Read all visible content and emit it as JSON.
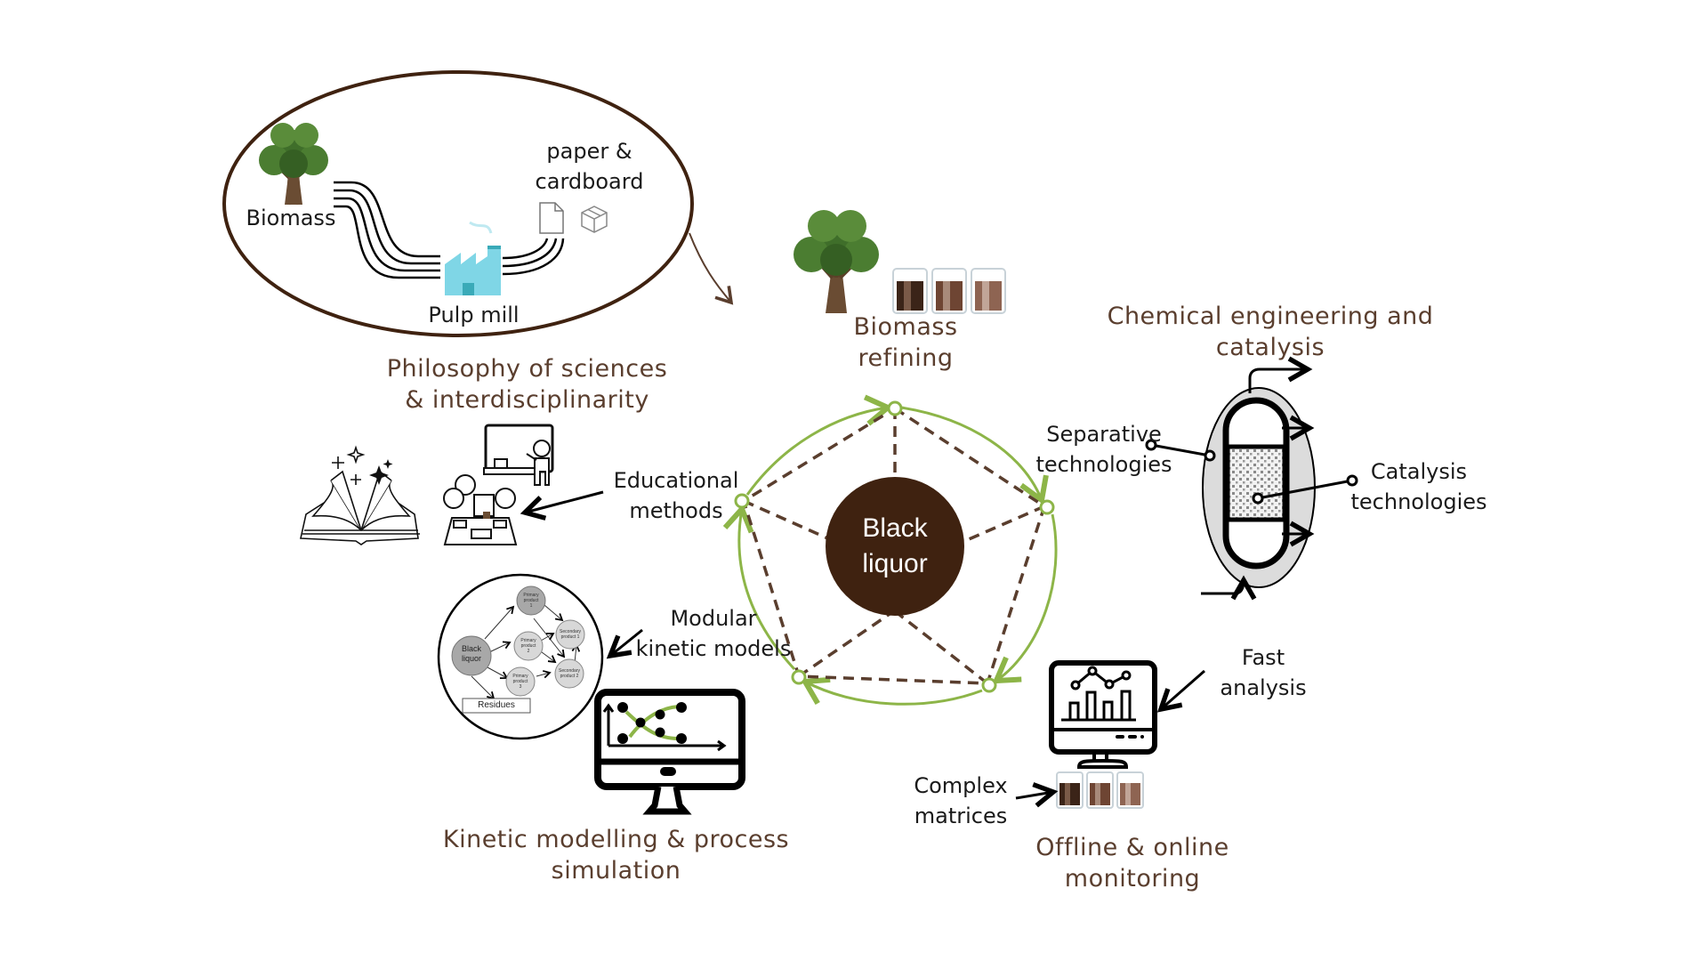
{
  "diagram": {
    "center": {
      "label_line1": "Black",
      "label_line2": "liquor",
      "color": "#3f2210"
    },
    "colors": {
      "title": "#5a3e2e",
      "cycle": "#8db548",
      "dashed": "#5a3e2e",
      "ellipse": "#3f2210",
      "factory": "#7fd6e6",
      "factory_dark": "#3aaab8",
      "reactor_fill": "#dcdcdc"
    },
    "pulp_mill_panel": {
      "biomass_label": "Biomass",
      "products_line1": "paper &",
      "products_line2": "cardboard",
      "mill_label": "Pulp mill"
    },
    "themes": [
      {
        "id": "philosophy",
        "line1": "Philosophy of sciences",
        "line2": "& interdisciplinarity"
      },
      {
        "id": "biomass-refining",
        "line1": "Biomass",
        "line2": "refining"
      },
      {
        "id": "chemical-engineering",
        "line1": "Chemical engineering and",
        "line2": "catalysis"
      },
      {
        "id": "kinetic-modelling",
        "line1": "Kinetic modelling & process",
        "line2": "simulation"
      },
      {
        "id": "monitoring",
        "line1": "Offline & online",
        "line2": "monitoring"
      }
    ],
    "labels": {
      "educational": {
        "line1": "Educational",
        "line2": "methods"
      },
      "modular": {
        "line1": "Modular",
        "line2": "kinetic models"
      },
      "separative": {
        "line1": "Separative",
        "line2": "technologies"
      },
      "catalysis": {
        "line1": "Catalysis",
        "line2": "technologies"
      },
      "fast": {
        "line1": "Fast",
        "line2": "analysis"
      },
      "complex": {
        "line1": "Complex",
        "line2": "matrices"
      }
    },
    "kinetic_network": {
      "nodes": [
        {
          "id": "black-liquor",
          "line1": "Black",
          "line2": "liquor"
        },
        {
          "id": "primary-1",
          "line1": "Primary",
          "line2": "product",
          "line3": "1"
        },
        {
          "id": "primary-2",
          "line1": "Primary",
          "line2": "product",
          "line3": "2"
        },
        {
          "id": "primary-3",
          "line1": "Primary",
          "line2": "product",
          "line3": "3"
        },
        {
          "id": "secondary-1",
          "line1": "Secondary",
          "line2": "product 1"
        },
        {
          "id": "secondary-2",
          "line1": "Secondary",
          "line2": "product 2"
        }
      ],
      "residues": "Residues"
    },
    "icons": [
      "tree-icon",
      "factory-icon",
      "paper-icon",
      "box-icon",
      "beaker-icon",
      "open-book-icon",
      "classroom-icon",
      "reactor-icon",
      "monitor-chart-icon",
      "monitor-analytics-icon"
    ]
  }
}
